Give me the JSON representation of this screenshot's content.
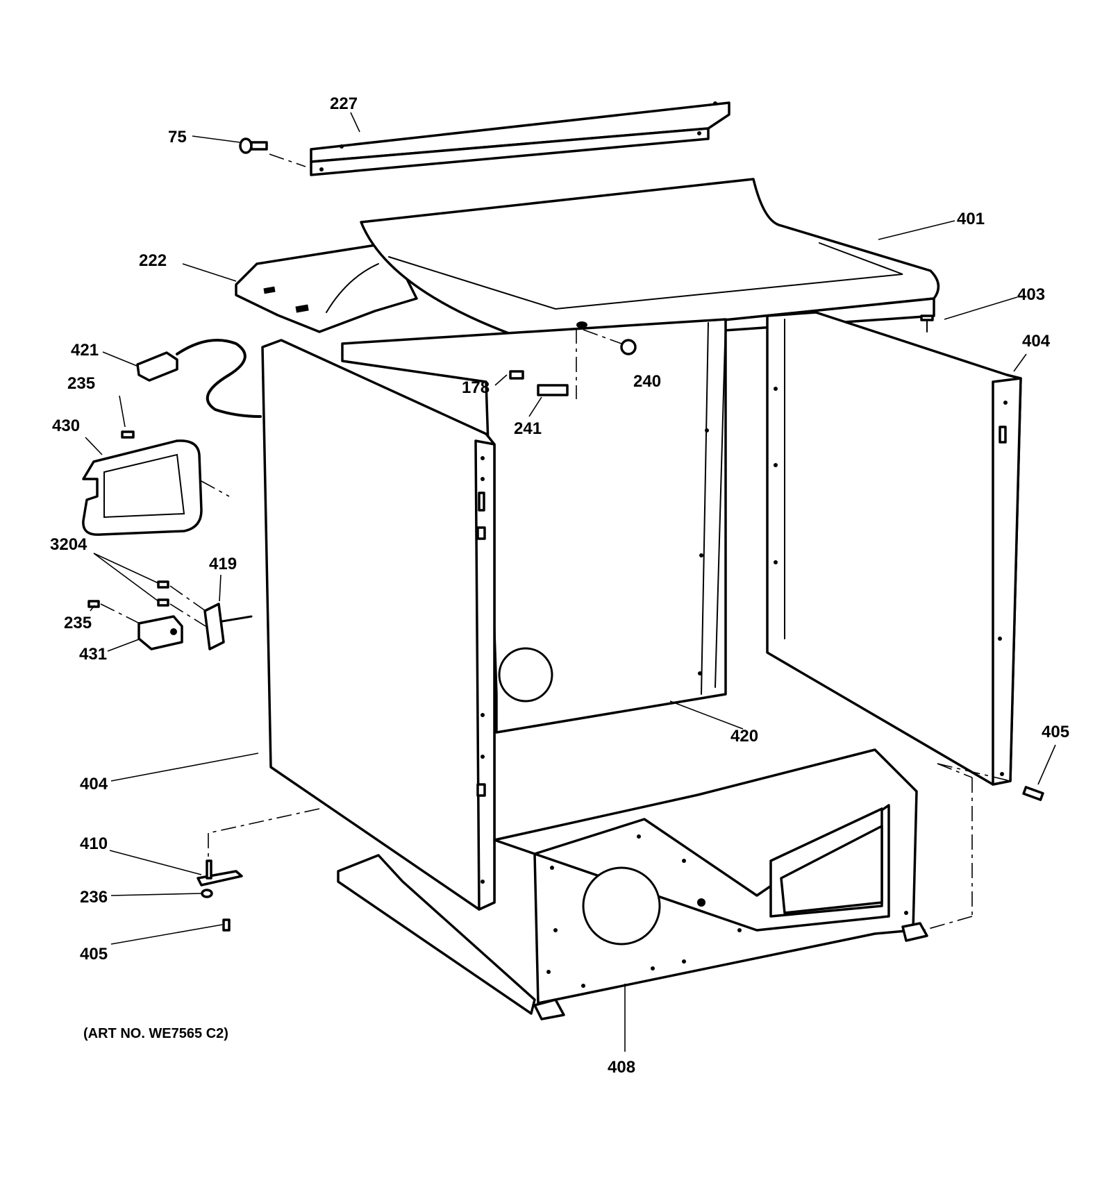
{
  "diagram": {
    "art_number": "(ART NO. WE7565 C2)",
    "callouts": [
      {
        "id": "c227",
        "text": "227"
      },
      {
        "id": "c75",
        "text": "75"
      },
      {
        "id": "c401",
        "text": "401"
      },
      {
        "id": "c222",
        "text": "222"
      },
      {
        "id": "c403",
        "text": "403"
      },
      {
        "id": "c404r",
        "text": "404"
      },
      {
        "id": "c421",
        "text": "421"
      },
      {
        "id": "c235a",
        "text": "235"
      },
      {
        "id": "c178",
        "text": "178"
      },
      {
        "id": "c240",
        "text": "240"
      },
      {
        "id": "c241",
        "text": "241"
      },
      {
        "id": "c430",
        "text": "430"
      },
      {
        "id": "c3204",
        "text": "3204"
      },
      {
        "id": "c419",
        "text": "419"
      },
      {
        "id": "c235b",
        "text": "235"
      },
      {
        "id": "c431",
        "text": "431"
      },
      {
        "id": "c420",
        "text": "420"
      },
      {
        "id": "c405r",
        "text": "405"
      },
      {
        "id": "c404l",
        "text": "404"
      },
      {
        "id": "c410",
        "text": "410"
      },
      {
        "id": "c236",
        "text": "236"
      },
      {
        "id": "c405l",
        "text": "405"
      },
      {
        "id": "c408",
        "text": "408"
      }
    ]
  }
}
